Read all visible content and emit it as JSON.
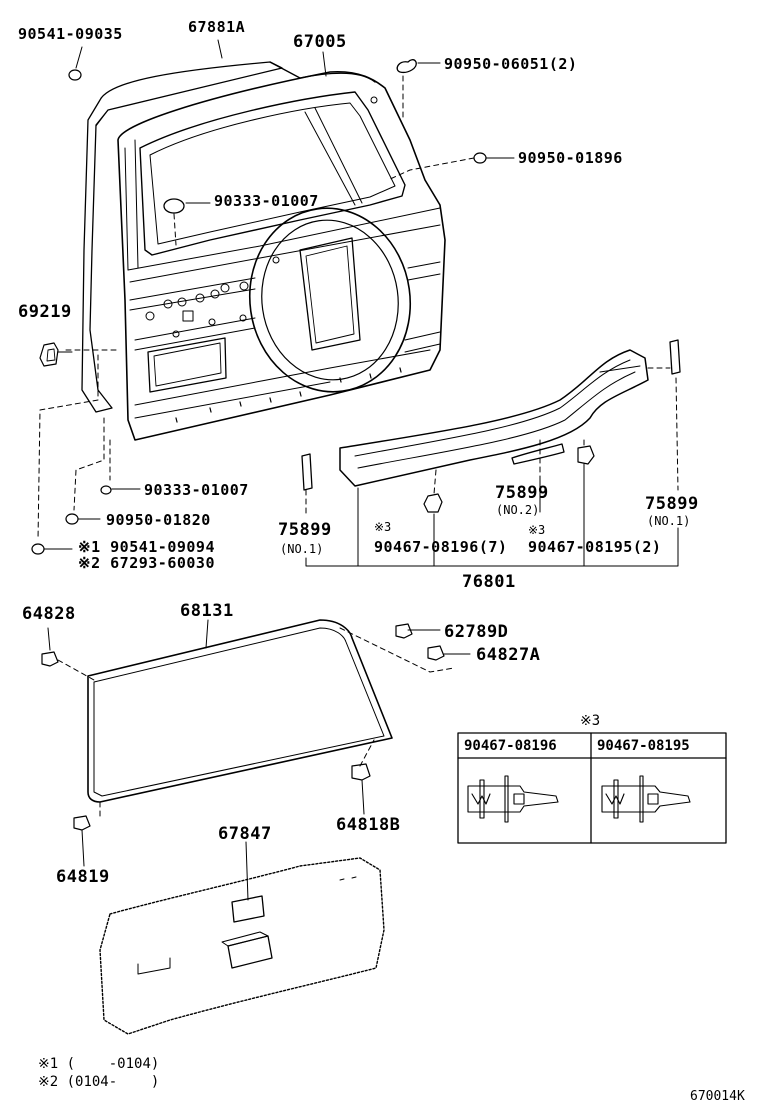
{
  "parts": [
    {
      "id": "p-90541-09035",
      "text": "90541-09035"
    },
    {
      "id": "p-67881a",
      "text": "67881A"
    },
    {
      "id": "p-67005",
      "text": "67005"
    },
    {
      "id": "p-90950-06051",
      "text": "90950-06051(2)"
    },
    {
      "id": "p-90950-01896",
      "text": "90950-01896"
    },
    {
      "id": "p-90333-01007-a",
      "text": "90333-01007"
    },
    {
      "id": "p-69219",
      "text": "69219"
    },
    {
      "id": "p-90333-01007-b",
      "text": "90333-01007"
    },
    {
      "id": "p-90950-01820",
      "text": "90950-01820"
    },
    {
      "id": "p-90541-09094",
      "text": "※1 90541-09094"
    },
    {
      "id": "p-67293-60030",
      "text": "※2 67293-60030"
    },
    {
      "id": "p-75899-no1-left",
      "text": "75899"
    },
    {
      "id": "p-90467-08196",
      "text": "90467-08196(7)"
    },
    {
      "id": "p-90467-08195",
      "text": "90467-08195(2)"
    },
    {
      "id": "p-75899-no2",
      "text": "75899"
    },
    {
      "id": "p-75899-no1-right",
      "text": "75899"
    },
    {
      "id": "p-76801",
      "text": "76801"
    },
    {
      "id": "p-64828",
      "text": "64828"
    },
    {
      "id": "p-68131",
      "text": "68131"
    },
    {
      "id": "p-62789d",
      "text": "62789D"
    },
    {
      "id": "p-64827a",
      "text": "64827A"
    },
    {
      "id": "p-64818b",
      "text": "64818B"
    },
    {
      "id": "p-64819",
      "text": "64819"
    },
    {
      "id": "p-67847",
      "text": "67847"
    }
  ],
  "subs": [
    {
      "id": "s-no1-left",
      "text": "(NO.1)"
    },
    {
      "id": "s-no2",
      "text": "(NO.2)"
    },
    {
      "id": "s-no1-right",
      "text": "(NO.1)"
    },
    {
      "id": "s-mark3-a",
      "text": "※3"
    },
    {
      "id": "s-mark3-b",
      "text": "※3"
    }
  ],
  "clip_table": {
    "mark": "※3",
    "columns": [
      "90467-08196",
      "90467-08195"
    ]
  },
  "footnotes": [
    "※1 (    -0104)",
    "※2 (0104-    )"
  ],
  "figure_code": "670014K"
}
